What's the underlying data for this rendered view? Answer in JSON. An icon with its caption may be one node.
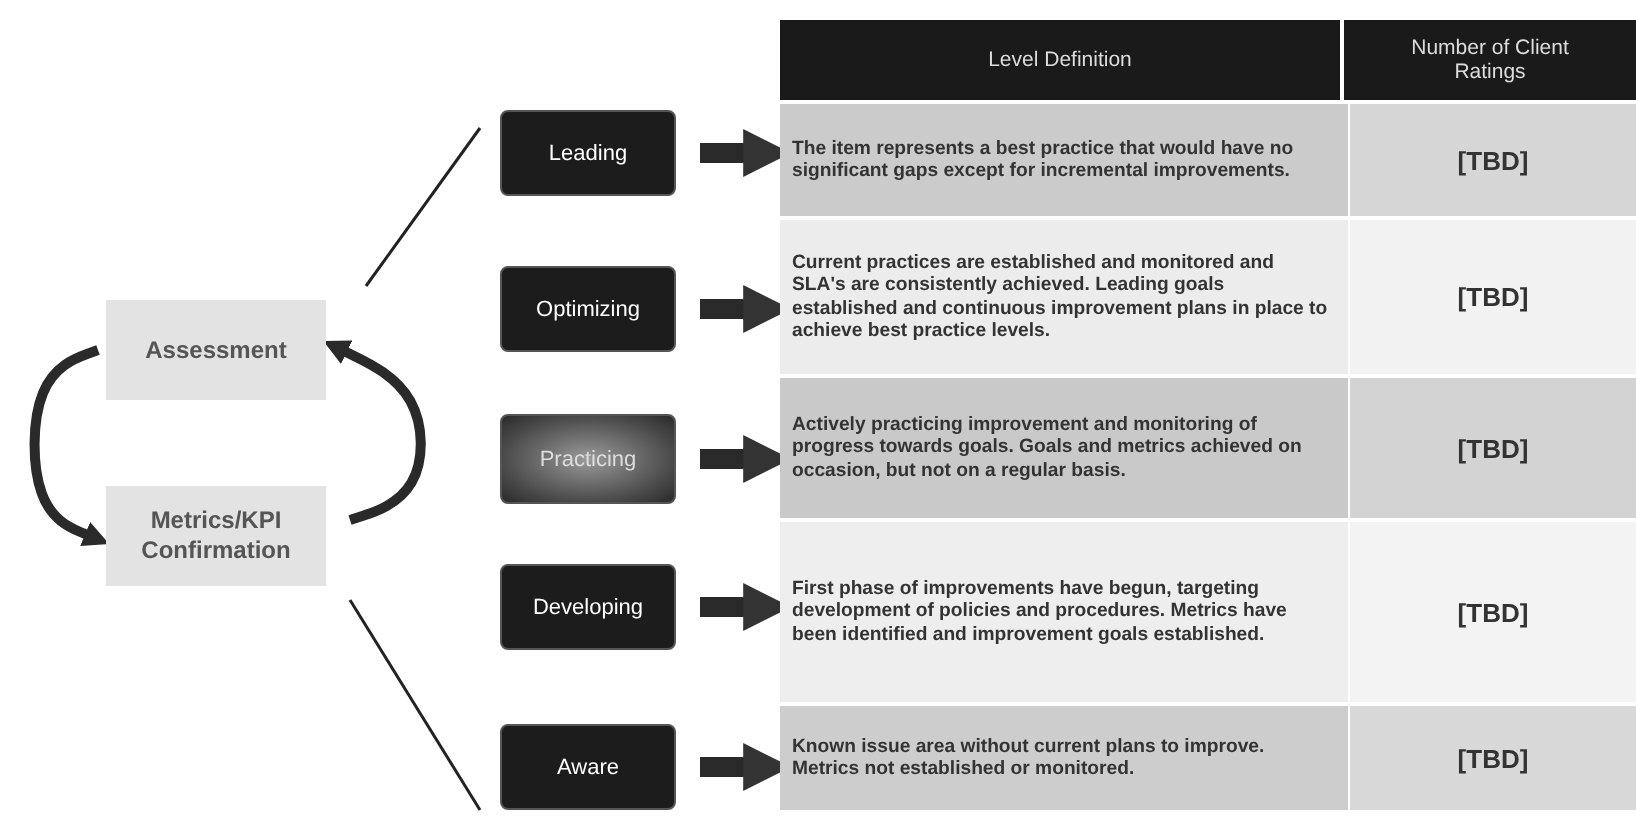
{
  "diagram": {
    "nodes": [
      {
        "text": [
          "Assessment"
        ]
      },
      {
        "text": [
          "Metrics/KPI Confirmation"
        ]
      },
      {
        "text": [
          "Leading"
        ]
      },
      {
        "text": [
          "Optimizing"
        ]
      },
      {
        "text": [
          "Practicing"
        ]
      },
      {
        "text": [
          "Developing"
        ]
      },
      {
        "text": [
          "Aware"
        ]
      },
      {
        "text": [
          "The item represents a best practice that would have no significant gaps except for incremental improvements.",
          "[TBD]"
        ]
      },
      {
        "text": [
          "Current practices are established and monitored and SLA's are consistently achieved. Leading goals established and continuous improvement plans in place to achieve best practice levels.",
          "[TBD]"
        ]
      },
      {
        "text": [
          "Actively practicing improvement and monitoring of progress towards goals.  Goals and metrics achieved on occasion, but not on a regular basis.",
          "[TBD]"
        ]
      },
      {
        "text": [
          "First phase of improvements have begun, targeting development of policies and procedures.  Metrics have been identified and improvement goals established.",
          "[TBD]"
        ]
      },
      {
        "text": [
          "Known issue area without current plans to improve.  Metrics not established or monitored.",
          "[TBD]"
        ]
      }
    ],
    "edges": [
      {
        "from": 0,
        "to": 1,
        "arrow": "to"
      },
      {
        "from": 1,
        "to": 0,
        "arrow": "to"
      },
      {
        "from": 2,
        "to": 7,
        "arrow": "to"
      },
      {
        "from": 3,
        "to": 8,
        "arrow": "to"
      },
      {
        "from": 4,
        "to": 9,
        "arrow": "to"
      },
      {
        "from": 5,
        "to": 10,
        "arrow": "to"
      },
      {
        "from": 6,
        "to": 11,
        "arrow": "to"
      }
    ],
    "labels": [
      "Level Definition",
      "Number of Client Ratings"
    ]
  }
}
